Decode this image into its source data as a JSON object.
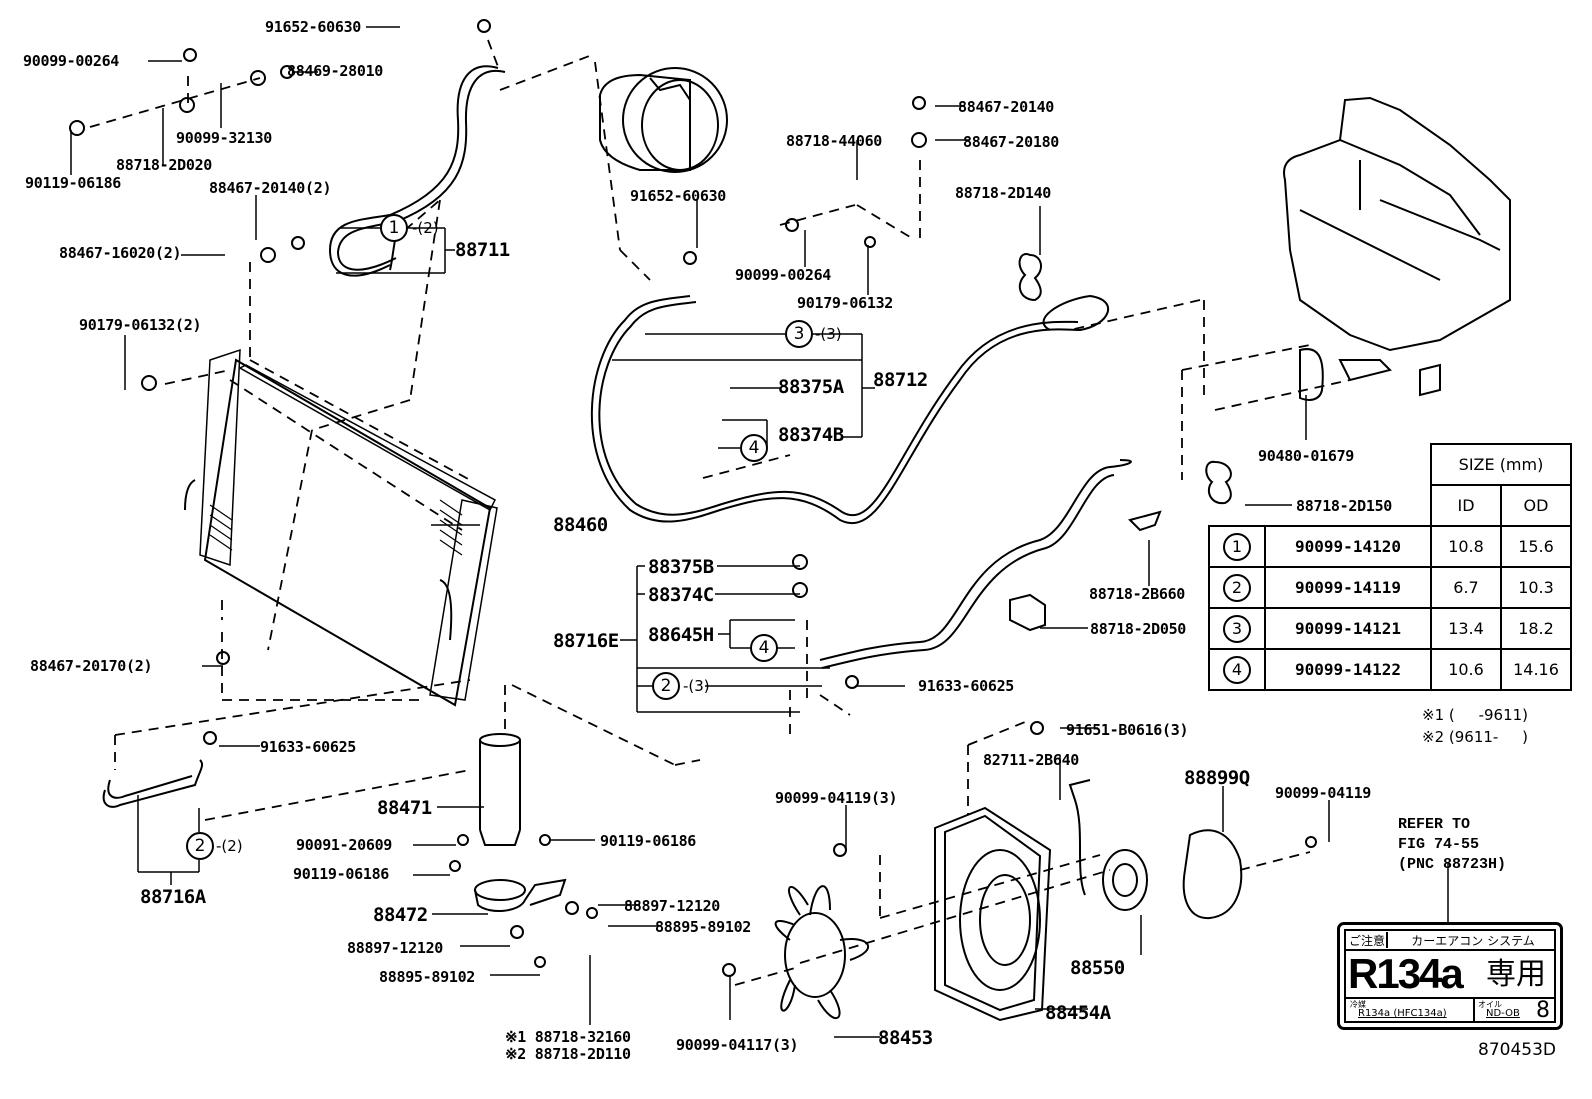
{
  "figure_number": "870453D",
  "callouts": {
    "p91652_60630_top": "91652-60630",
    "p90099_00264_a": "90099-00264",
    "p88469_28010": "88469-28010",
    "p90099_32130": "90099-32130",
    "p88718_2D020": "88718-2D020",
    "p90119_06186_a": "90119-06186",
    "p88467_20140_2": "88467-20140(2)",
    "p88467_16020_2": "88467-16020(2)",
    "p88711": "88711",
    "p90179_06132_2": "90179-06132(2)",
    "p91652_60630_mid": "91652-60630",
    "p88718_44060": "88718-44060",
    "p88467_20140": "88467-20140",
    "p88467_20180": "88467-20180",
    "p88718_2D140": "88718-2D140",
    "p90099_00264_b": "90099-00264",
    "p90179_06132": "90179-06132",
    "p88712": "88712",
    "p88375A": "88375A",
    "p88374B": "88374B",
    "p88460": "88460",
    "p90480_01679": "90480-01679",
    "p88718_2D150": "88718-2D150",
    "p88718_2B660": "88718-2B660",
    "p88718_2D050": "88718-2D050",
    "p88375B": "88375B",
    "p88374C": "88374C",
    "p88645H": "88645H",
    "p88716E": "88716E",
    "p91633_60625_a": "91633-60625",
    "p88467_20170_2": "88467-20170(2)",
    "p91633_60625_b": "91633-60625",
    "p88716A": "88716A",
    "p88471": "88471",
    "p90091_20609": "90091-20609",
    "p90119_06186_b": "90119-06186",
    "p90119_06186_c": "90119-06186",
    "p88472": "88472",
    "p88897_12120_a": "88897-12120",
    "p88895_89102_a": "88895-89102",
    "p88897_12120_b": "88897-12120",
    "p88895_89102_b": "88895-89102",
    "p88718_32160": "※1 88718-32160",
    "p88718_2D110": "※2 88718-2D110",
    "p91651_B0616_3": "91651-B0616(3)",
    "p82711_2B640": "82711-2B640",
    "p90099_04119_3": "90099-04119(3)",
    "p88899Q": "88899Q",
    "p90099_04119": "90099-04119",
    "p88550": "88550",
    "p88454A": "88454A",
    "p88453": "88453",
    "p90099_04117_3": "90099-04117(3)"
  },
  "oring_refs": [
    {
      "num": "1",
      "qty": "-(2)"
    },
    {
      "num": "3",
      "qty": "-(3)"
    },
    {
      "num": "4",
      "qty": ""
    },
    {
      "num": "4",
      "qty": ""
    },
    {
      "num": "2",
      "qty": "-(3)"
    },
    {
      "num": "2",
      "qty": "-(2)"
    }
  ],
  "size_table": {
    "header_size": "SIZE (mm)",
    "header_id": "ID",
    "header_od": "OD",
    "rows": [
      {
        "ref": "1",
        "part": "90099-14120",
        "id": "10.8",
        "od": "15.6"
      },
      {
        "ref": "2",
        "part": "90099-14119",
        "id": "6.7",
        "od": "10.3"
      },
      {
        "ref": "3",
        "part": "90099-14121",
        "id": "13.4",
        "od": "18.2"
      },
      {
        "ref": "4",
        "part": "90099-14122",
        "id": "10.6",
        "od": "14.16"
      }
    ]
  },
  "notes": {
    "note1": "※1 (     -9611)",
    "note2": "※2 (9611-     )"
  },
  "refer": {
    "line1": "REFER TO",
    "line2": "FIG 74-55",
    "line3": "(PNC 88723H)"
  },
  "decal": {
    "caution": "ご注意",
    "system": "カーエアコン システム",
    "refrigerant": "R134a",
    "exclusive": "専用",
    "refrigerant_key": "冷媒",
    "refrigerant_value": "R134a (HFC134a)",
    "oil_key": "オイル",
    "oil_value": "ND-OB",
    "oil_number": "8"
  }
}
